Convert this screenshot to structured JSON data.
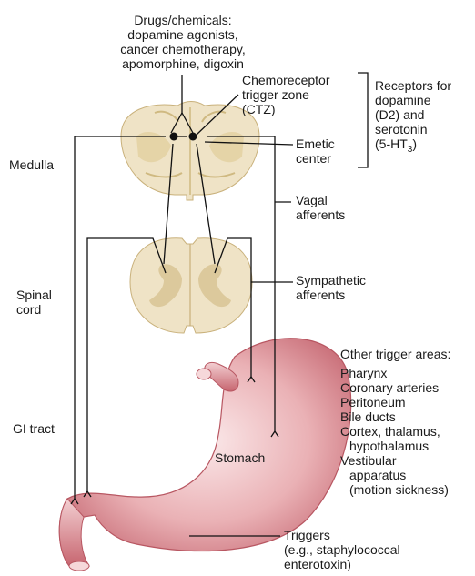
{
  "labels": {
    "drugs": [
      "Drugs/chemicals:",
      "dopamine agonists,",
      "cancer chemotherapy,",
      "apomorphine, digoxin"
    ],
    "ctz": [
      "Chemoreceptor",
      "trigger zone",
      "(CTZ)"
    ],
    "receptors": [
      "Receptors for",
      "dopamine",
      "(D2) and",
      "serotonin"
    ],
    "receptor_5ht3_prefix": "(5-HT",
    "receptor_5ht3_sub": "3",
    "receptor_5ht3_suffix": ")",
    "emetic": [
      "Emetic",
      "center"
    ],
    "medulla": "Medulla",
    "vagal": [
      "Vagal",
      "afferents"
    ],
    "spinal": [
      "Spinal",
      "cord"
    ],
    "sympathetic": [
      "Sympathetic",
      "afferents"
    ],
    "gi_tract": "GI tract",
    "stomach": "Stomach",
    "other_title": "Other trigger areas:",
    "other_items": [
      "Pharynx",
      "Coronary arteries",
      "Peritoneum",
      "Bile ducts",
      "Cortex, thalamus,",
      "hypothalamus",
      "Vestibular",
      "apparatus",
      "(motion sickness)"
    ],
    "triggers": [
      "Triggers",
      "(e.g., staphylococcal",
      "enterotoxin)"
    ]
  },
  "colors": {
    "tissue": "#efe3c6",
    "tissue_dark": "#dcc99c",
    "stomach": "#e8a7ac",
    "stomach_dark": "#b85762",
    "line": "#111111"
  }
}
